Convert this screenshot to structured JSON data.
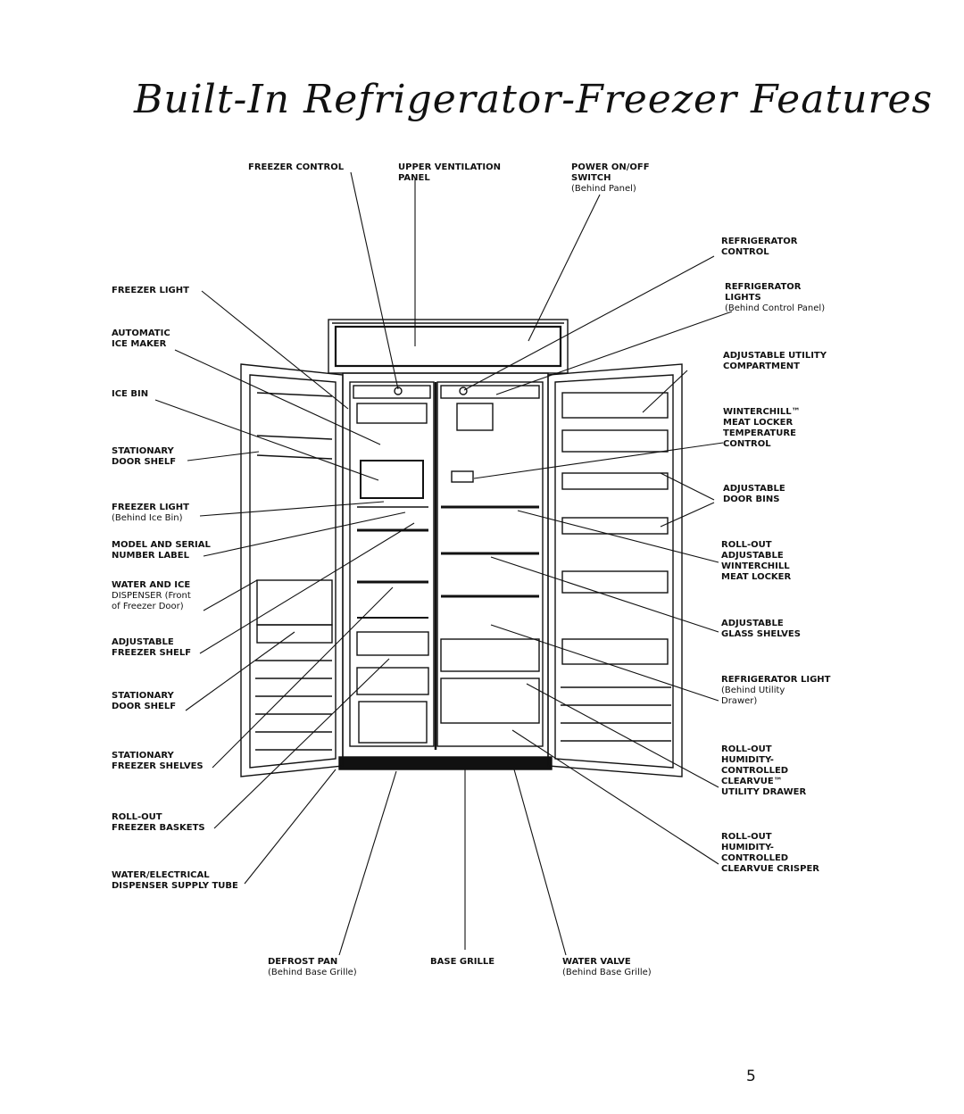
{
  "title": "Built-In Refrigerator-Freezer Features",
  "page_number": "5",
  "labels": {
    "freezer_control": "FREEZER CONTROL",
    "upper_ventilation_panel_1": "UPPER VENTILATION",
    "upper_ventilation_panel_2": "PANEL",
    "power_switch_1": "POWER ON/OFF",
    "power_switch_2": "SWITCH",
    "power_switch_note": "(Behind Panel)",
    "refrigerator_control_1": "REFRIGERATOR",
    "refrigerator_control_2": "CONTROL",
    "refrigerator_lights_1": "REFRIGERATOR",
    "refrigerator_lights_2": "LIGHTS",
    "refrigerator_lights_note": "(Behind Control Panel)",
    "utility_compartment_1": "ADJUSTABLE UTILITY",
    "utility_compartment_2": "COMPARTMENT",
    "winterchill_control_1": "WINTERCHILL™",
    "winterchill_control_2": "MEAT LOCKER",
    "winterchill_control_3": "TEMPERATURE",
    "winterchill_control_4": "CONTROL",
    "door_bins_1": "ADJUSTABLE",
    "door_bins_2": "DOOR BINS",
    "meat_locker_1": "ROLL-OUT",
    "meat_locker_2": "ADJUSTABLE",
    "meat_locker_3": "WINTERCHILL",
    "meat_locker_4": "MEAT LOCKER",
    "glass_shelves_1": "ADJUSTABLE",
    "glass_shelves_2": "GLASS SHELVES",
    "refrigerator_light_1": "REFRIGERATOR LIGHT",
    "refrigerator_light_2": "(Behind Utility",
    "refrigerator_light_3": "Drawer)",
    "utility_drawer_1": "ROLL-OUT",
    "utility_drawer_2": "HUMIDITY-",
    "utility_drawer_3": "CONTROLLED",
    "utility_drawer_4": "CLEARVUE™",
    "utility_drawer_5": "UTILITY DRAWER",
    "crisper_1": "ROLL-OUT",
    "crisper_2": "HUMIDITY-",
    "crisper_3": "CONTROLLED",
    "crisper_4": "CLEARVUE CRISPER",
    "freezer_light_1": "FREEZER LIGHT",
    "ice_maker_1": "AUTOMATIC",
    "ice_maker_2": "ICE MAKER",
    "ice_bin": "ICE BIN",
    "stationary_shelf_1": "STATIONARY",
    "stationary_shelf_2": "DOOR SHELF",
    "freezer_light_2a": "FREEZER LIGHT",
    "freezer_light_2b": "(Behind Ice Bin)",
    "model_label_1": "MODEL AND SERIAL",
    "model_label_2": "NUMBER LABEL",
    "dispenser_1": "WATER AND ICE",
    "dispenser_2": "DISPENSER (Front",
    "dispenser_3": "of Freezer Door)",
    "freezer_shelf_1": "ADJUSTABLE",
    "freezer_shelf_2": "FREEZER SHELF",
    "stationary_shelf_b1": "STATIONARY",
    "stationary_shelf_b2": "DOOR SHELF",
    "freezer_shelves_1": "STATIONARY",
    "freezer_shelves_2": "FREEZER SHELVES",
    "baskets_1": "ROLL-OUT",
    "baskets_2": "FREEZER BASKETS",
    "supply_tube_1": "WATER/ELECTRICAL",
    "supply_tube_2": "DISPENSER SUPPLY TUBE",
    "defrost_pan_1": "DEFROST PAN",
    "defrost_pan_2": "(Behind Base Grille)",
    "base_grille": "BASE GRILLE",
    "water_valve_1": "WATER VALVE",
    "water_valve_2": "(Behind Base Grille)"
  }
}
